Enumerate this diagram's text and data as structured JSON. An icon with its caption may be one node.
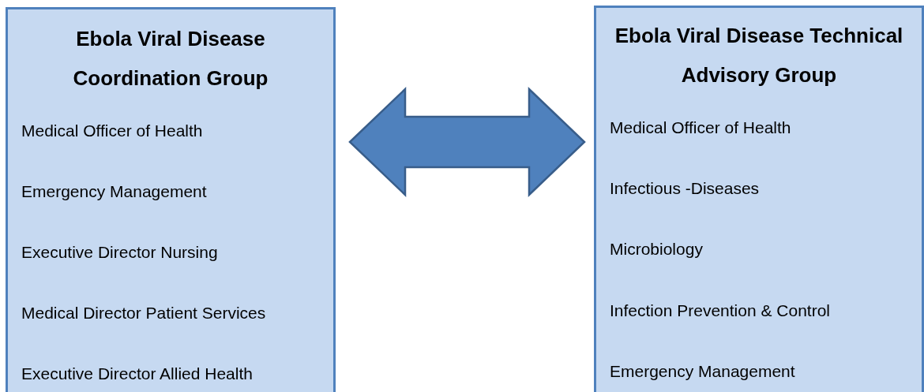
{
  "diagram": {
    "nodes": [
      {
        "text": [
          "Ebola Viral Disease Coordination Group",
          "Medical Officer of Health",
          "Emergency Management",
          "Executive Director Nursing",
          "Medical Director Patient Services",
          "Executive Director Allied Health"
        ]
      },
      {
        "text": [
          "Ebola Viral Disease Technical Advisory Group",
          "Medical Officer of Health",
          "Infectious -Diseases",
          "Microbiology",
          "Infection Prevention & Control",
          "Emergency Management"
        ]
      }
    ],
    "edges": [
      {
        "from": 0,
        "to": 1,
        "arrow": "both"
      }
    ]
  }
}
